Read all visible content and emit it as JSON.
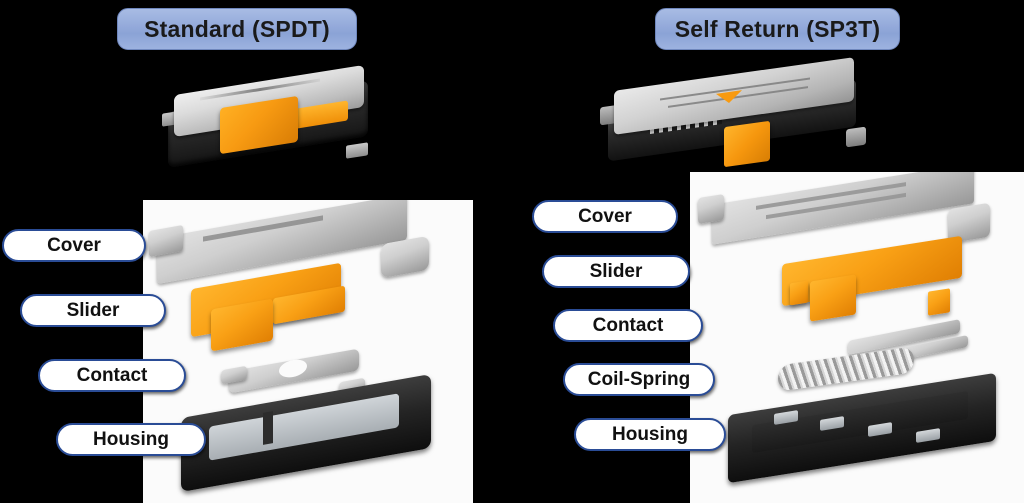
{
  "page": {
    "background_color": "#000000",
    "panel_color": "#fbfbfb"
  },
  "colors": {
    "title_pill_fill": "#93a9da",
    "title_pill_border": "#6f87bd",
    "label_pill_fill": "#ffffff",
    "label_pill_border": "#2a4c96",
    "part_metal": "#c7c7c7",
    "part_orange": "#f79a12",
    "part_housing": "#1c1c1c"
  },
  "columns": [
    {
      "id": "standard",
      "title": "Standard (SPDT)",
      "assembled_switch": {
        "name": "standard-spdt-assembled-switch",
        "parts_visible": [
          "cover",
          "housing",
          "slider"
        ]
      },
      "exploded_view": {
        "name": "standard-spdt-exploded-view",
        "parts": [
          {
            "label": "Cover",
            "material": "metal"
          },
          {
            "label": "Slider",
            "material": "orange"
          },
          {
            "label": "Contact",
            "material": "metal"
          },
          {
            "label": "Housing",
            "material": "dark"
          }
        ]
      },
      "labels": [
        "Cover",
        "Slider",
        "Contact",
        "Housing"
      ]
    },
    {
      "id": "self-return",
      "title": "Self Return (SP3T)",
      "assembled_switch": {
        "name": "self-return-sp3t-assembled-switch",
        "parts_visible": [
          "cover",
          "housing",
          "slider",
          "pins"
        ]
      },
      "exploded_view": {
        "name": "self-return-sp3t-exploded-view",
        "parts": [
          {
            "label": "Cover",
            "material": "metal"
          },
          {
            "label": "Slider",
            "material": "orange"
          },
          {
            "label": "Contact",
            "material": "metal"
          },
          {
            "label": "Coil-Spring",
            "material": "metal"
          },
          {
            "label": "Housing",
            "material": "dark"
          }
        ]
      },
      "labels": [
        "Cover",
        "Slider",
        "Contact",
        "Coil-Spring",
        "Housing"
      ]
    }
  ]
}
